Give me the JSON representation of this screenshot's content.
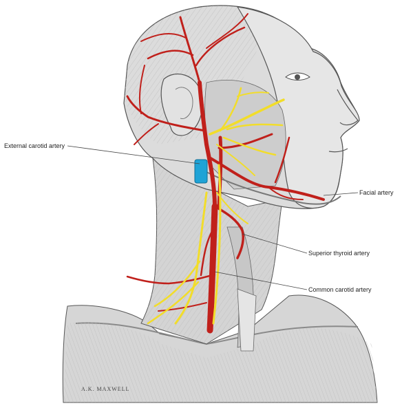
{
  "labels": {
    "external_carotid": "External carotid artery",
    "facial": "Facial artery",
    "superior_thyroid": "Superior thyroid artery",
    "common_carotid": "Common carotid artery"
  },
  "signature": "A.K. MAXWELL",
  "colors": {
    "artery": "#c0201b",
    "nerve": "#f2dd2a",
    "vein_marker": "#1fa3d6",
    "skin": "#dedede",
    "muscle": "#cfcfcf",
    "outline": "#555555"
  }
}
